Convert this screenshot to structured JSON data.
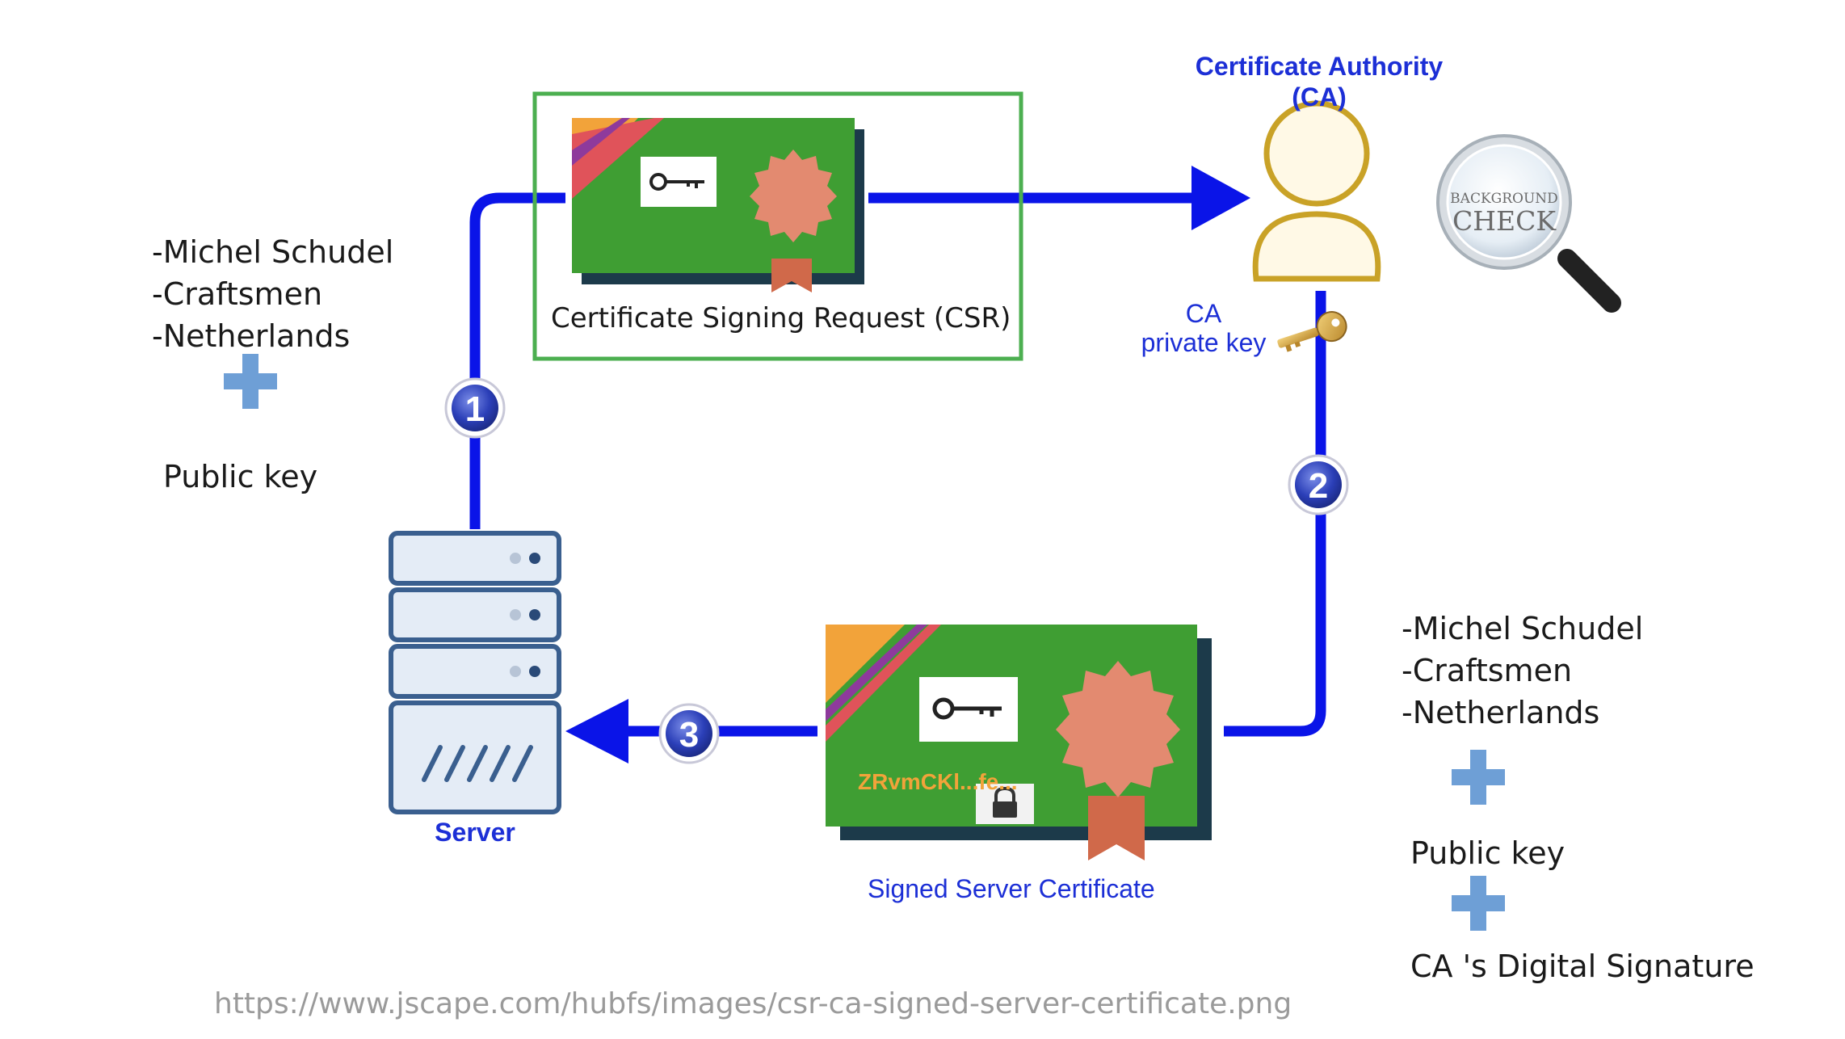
{
  "left_attributes": [
    "-Michel Schudel",
    "-Craftsmen",
    "-Netherlands"
  ],
  "left_public_key": "Public key",
  "csr_label": "Certificate Signing Request (CSR)",
  "ca_title_line1": "Certificate Authority",
  "ca_title_line2": "(CA)",
  "ca_key_line1": "CA",
  "ca_key_line2": "private key",
  "background_check_line1": "BACKGROUND",
  "background_check_line2": "CHECK",
  "server_label": "Server",
  "signed_cert_label": "Signed Server Certificate",
  "signature_text": "ZRvmCKl...fe...",
  "steps": [
    "1",
    "2",
    "3"
  ],
  "right_attributes": [
    "-Michel Schudel",
    "-Craftsmen",
    "-Netherlands"
  ],
  "right_public_key": "Public key",
  "right_signature": "CA 's Digital Signature",
  "source_url": "https://www.jscape.com/hubfs/images/csr-ca-signed-server-certificate.png",
  "colors": {
    "flow_blue": "#0a14e8",
    "certificate_green": "#3f9e33",
    "seal_salmon": "#e38a70",
    "plus_blue": "#6e9fd6",
    "ca_gold": "#c9a227",
    "highlight_green": "#4caf50"
  }
}
